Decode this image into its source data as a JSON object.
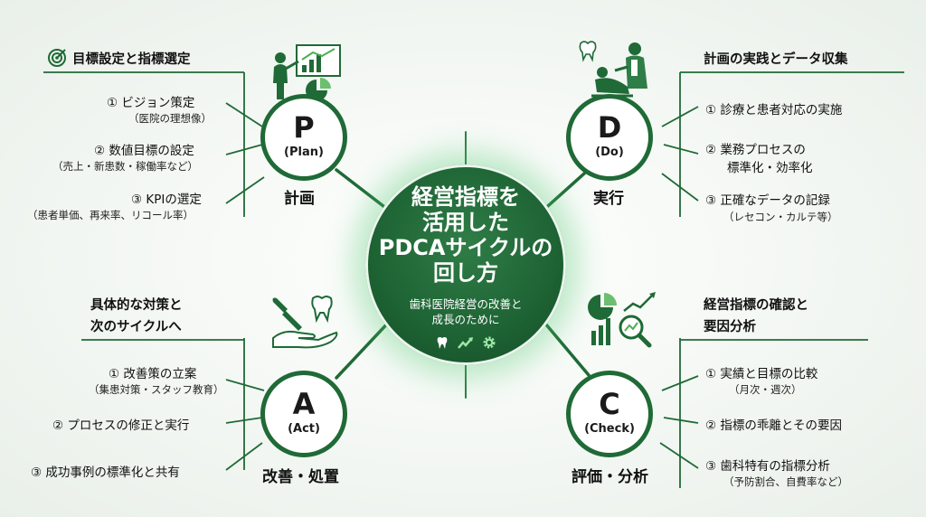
{
  "center": {
    "title_lines": [
      "経営指標を",
      "活用した",
      "PDCAサイクルの",
      "回し方"
    ],
    "subtitle_lines": [
      "歯科医院経営の改善と",
      "成長のために"
    ],
    "icons": [
      "tooth-icon",
      "trend-arrow-icon",
      "gear-icon"
    ]
  },
  "plan": {
    "letter": "P",
    "en": "(Plan)",
    "jp": "計画",
    "heading": "目標設定と指標選定",
    "heading_icon": "target-icon",
    "illustration": "presenter-chart-icon",
    "items": [
      {
        "label": "① ビジョン策定",
        "sub": "（医院の理想像）"
      },
      {
        "label": "② 数値目標の設定",
        "sub": "（売上・新患数・稼働率など）"
      },
      {
        "label": "③ KPIの選定",
        "sub": "（患者単価、再来率、リコール率）"
      }
    ]
  },
  "do": {
    "letter": "D",
    "en": "(Do)",
    "jp": "実行",
    "heading": "計画の実践とデータ収集",
    "illustration": "dentist-patient-icon",
    "items": [
      {
        "label": "① 診療と患者対応の実施",
        "sub": ""
      },
      {
        "label": "② 業務プロセスの",
        "sub": "標準化・効率化"
      },
      {
        "label": "③ 正確なデータの記録",
        "sub": "（レセコン・カルテ等）"
      }
    ]
  },
  "act": {
    "letter": "A",
    "en": "(Act)",
    "jp": "改善・処置",
    "heading_lines": [
      "具体的な対策と",
      "次のサイクルへ"
    ],
    "illustration": "wrench-tooth-hand-icon",
    "items": [
      {
        "label": "① 改善策の立案",
        "sub": "（集患対策・スタッフ教育）"
      },
      {
        "label": "② プロセスの修正と実行",
        "sub": ""
      },
      {
        "label": "③ 成功事例の標準化と共有",
        "sub": ""
      }
    ]
  },
  "check": {
    "letter": "C",
    "en": "(Check)",
    "jp": "評価・分析",
    "heading_lines": [
      "経営指標の確認と",
      "要因分析"
    ],
    "illustration": "charts-magnifier-icon",
    "items": [
      {
        "label": "① 実績と目標の比較",
        "sub": "（月次・週次）"
      },
      {
        "label": "② 指標の乖離とその要因",
        "sub": ""
      },
      {
        "label": "③ 歯科特有の指標分析",
        "sub": "（予防割合、自費率など）"
      }
    ]
  },
  "colors": {
    "primary": "#1f6a36",
    "center": "#1d6233",
    "glow": "#50c86e"
  }
}
